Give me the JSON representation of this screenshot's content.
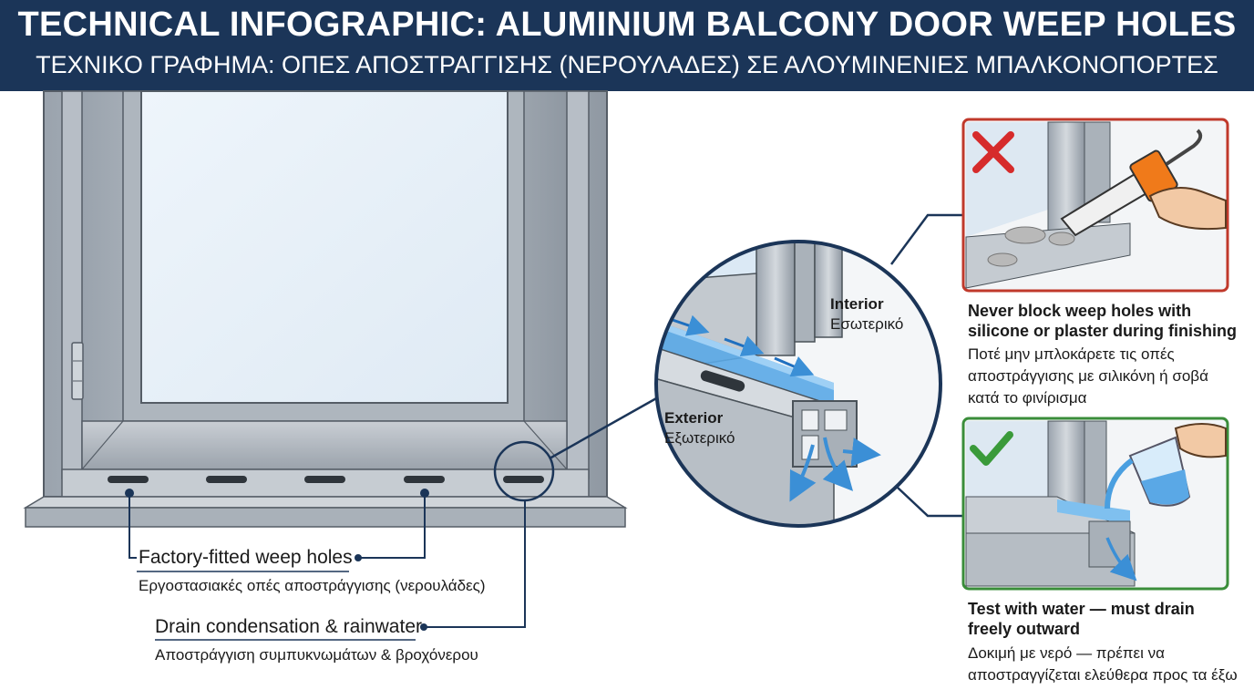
{
  "header": {
    "title": "TECHNICAL INFOGRAPHIC: ALUMINIUM BALCONY DOOR WEEP HOLES",
    "subtitle": "ΤΕΧΝΙΚΟ ΓΡΑΦΗΜΑ: ΟΠΕΣ ΑΠΟΣΤΡΑΓΓΙΣΗΣ (ΝΕΡΟΥΛΑΔΕΣ) ΣΕ ΑΛΟΥΜΙΝΕΝΙΕΣ ΜΠΑΛΚΟΝΟΠΟΡΤΕΣ"
  },
  "callouts": {
    "weep_holes": {
      "en": "Factory-fitted weep holes",
      "gr": "Εργοστασιακές οπές αποστράγγισης (νερουλάδες)"
    },
    "drain": {
      "en": "Drain condensation & rainwater",
      "gr": "Αποστράγγιση συμπυκνωμάτων & βροχόνερου"
    }
  },
  "detail": {
    "interior_en": "Interior",
    "interior_gr": "Εσωτερικό",
    "exterior_en": "Exterior",
    "exterior_gr": "Εξωτερικό"
  },
  "panels": {
    "dont": {
      "en": [
        "Never block weep holes with",
        "silicone or plaster during finishing"
      ],
      "gr": [
        "Ποτέ μην μπλοκάρετε τις οπές",
        "αποστράγγισης με σιλικόνη ή σοβά",
        "κατά το φινίρισμα"
      ],
      "color": "#c0392b"
    },
    "do": {
      "en": [
        "Test with water — must drain",
        "freely outward"
      ],
      "gr": [
        "Δοκιμή με νερό — πρέπει να",
        "αποστραγγίζεται ελεύθερα προς τα έξω"
      ],
      "color": "#3a8d3a"
    }
  },
  "colors": {
    "header_bg": "#1b3558",
    "accent_navy": "#1b3558",
    "water": "#4a9fe0",
    "bad": "#d62b2b",
    "good": "#3a9a3a"
  }
}
